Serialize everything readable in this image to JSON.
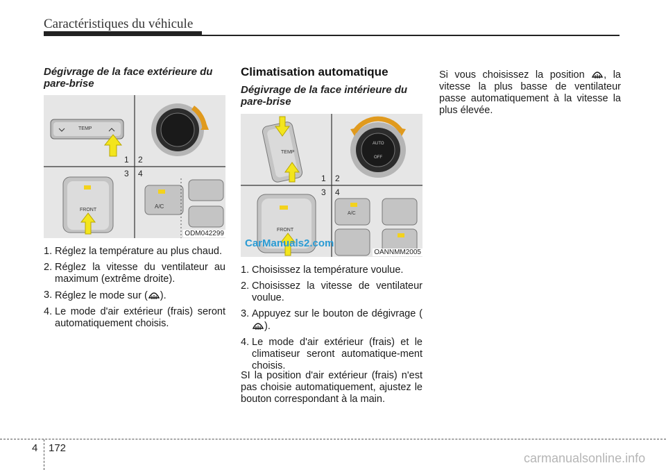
{
  "header": {
    "title": "Caractéristiques du véhicule"
  },
  "col1": {
    "subtitle": "Dégivrage de la face extérieure du pare-brise",
    "figure_code": "ODM042299",
    "figure_labels": {
      "temp": "TEMP",
      "front": "FRONT",
      "ac": "A/C",
      "n1": "1",
      "n2": "2",
      "n3": "3",
      "n4": "4"
    },
    "steps": [
      {
        "num": "1.",
        "text": "Réglez la température au plus chaud."
      },
      {
        "num": "2.",
        "text": "Réglez la vitesse du ventilateur au maximum (extrême droite)."
      },
      {
        "num": "3.",
        "text": "Réglez le mode sur (",
        "text_after": ")."
      },
      {
        "num": "4.",
        "text": "Le mode d'air extérieur (frais) seront automatiquement choisis."
      }
    ]
  },
  "col2": {
    "heading": "Climatisation automatique",
    "subtitle": "Dégivrage de la face intérieure du pare-brise",
    "figure_code": "OANNMM2005",
    "figure_labels": {
      "temp": "TEMP",
      "front": "FRONT",
      "ac": "A/C",
      "auto": "AUTO",
      "off": "OFF",
      "n1": "1",
      "n2": "2",
      "n3": "3",
      "n4": "4"
    },
    "steps": [
      {
        "num": "1.",
        "text": "Choisissez la température voulue."
      },
      {
        "num": "2.",
        "text": "Choisissez la vitesse de ventilateur voulue."
      },
      {
        "num": "3.",
        "text": "Appuyez sur le bouton de dégivrage (",
        "text_after": ")."
      },
      {
        "num": "4.",
        "text": "Le mode d'air extérieur (frais) et le climatiseur seront automatique-ment choisis."
      }
    ],
    "note": "SI la position d'air extérieur (frais) n'est pas choisie automatiquement, ajustez le bouton correspondant à la main."
  },
  "col3": {
    "text_before": "Si vous choisissez la position ",
    "text_after": ", la vitesse la plus basse de ventilateur passe automatiquement à la vitesse la plus élevée."
  },
  "footer": {
    "chapter": "4",
    "page": "172",
    "watermark": "carmanualsonline.info",
    "logo": "CarManuals2.com"
  }
}
